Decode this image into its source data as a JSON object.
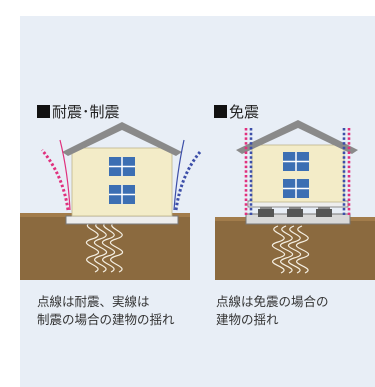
{
  "panels": [
    {
      "heading": "耐震･制震",
      "caption_lines": [
        "点線は耐震、実線は",
        "制震の場合の建物の揺れ"
      ]
    },
    {
      "heading": "免震",
      "caption_lines": [
        "点線は免震の場合の",
        "建物の揺れ"
      ]
    }
  ],
  "colors": {
    "panel_bg": "#e8eef6",
    "wall": "#f3ecc8",
    "roof": "#8a8a8a",
    "window": "#3c6fb3",
    "ground": "#8b6a3f",
    "ground_light": "#b08a56",
    "pink": "#e0307d",
    "blue": "#3c4ea8"
  }
}
